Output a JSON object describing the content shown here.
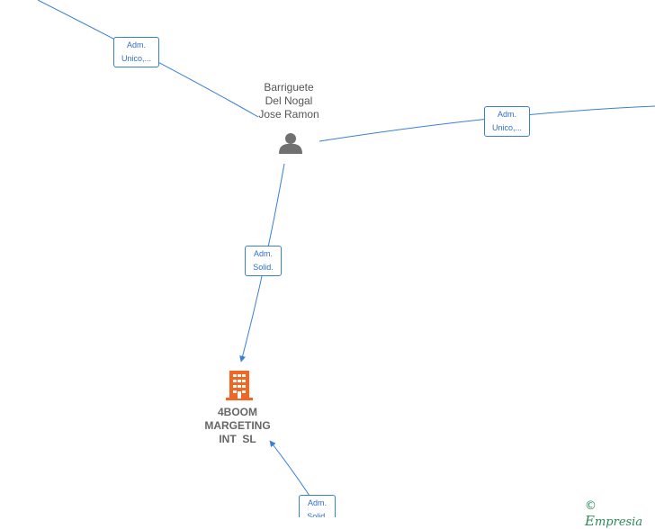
{
  "nodes": {
    "person": {
      "label_lines": [
        "Barriguete",
        "Del Nogal",
        "Jose Ramon"
      ],
      "icon": "person-icon",
      "color": "#707070"
    },
    "company": {
      "label_lines": [
        "4BOOM",
        "MARGETING",
        "INT  SL"
      ],
      "icon": "building-icon",
      "color": "#f26522"
    }
  },
  "edges": [
    {
      "id": "edge-top-left",
      "label_lines": [
        "Adm.",
        "Unico,..."
      ]
    },
    {
      "id": "edge-right",
      "label_lines": [
        "Adm.",
        "Unico,..."
      ]
    },
    {
      "id": "edge-person-company",
      "label_lines": [
        "Adm.",
        "Solid."
      ]
    },
    {
      "id": "edge-bottom",
      "label_lines": [
        "Adm.",
        "Solid."
      ]
    }
  ],
  "colors": {
    "edge": "#3a7fd5",
    "brand": "#2a8a55"
  },
  "brand": {
    "symbol": "©",
    "name": "mpresia",
    "initial": "E"
  }
}
